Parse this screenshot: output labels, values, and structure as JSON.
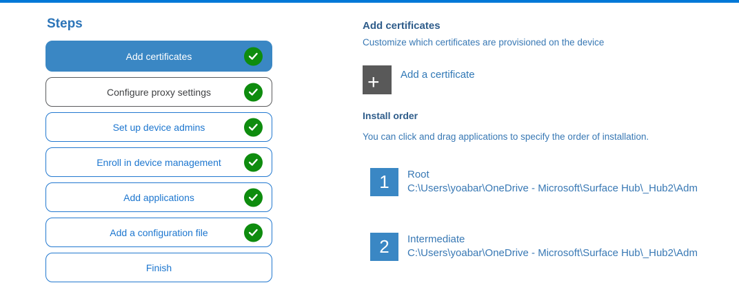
{
  "colors": {
    "accent_bar": "#0078d7",
    "active_step_bg": "#3a87c4",
    "check_green": "#0e8c0e",
    "step_text_blue": "#1c76cf",
    "heading_blue": "#2e5c8a",
    "body_blue": "#3878b4",
    "plus_square_gray": "#595959"
  },
  "steps_panel": {
    "title": "Steps",
    "items": [
      {
        "label": "Add certificates",
        "state": "active",
        "checked": true
      },
      {
        "label": "Configure proxy settings",
        "state": "neutral",
        "checked": true
      },
      {
        "label": "Set up device admins",
        "state": "default",
        "checked": true
      },
      {
        "label": "Enroll in device management",
        "state": "default",
        "checked": true
      },
      {
        "label": "Add applications",
        "state": "default",
        "checked": true
      },
      {
        "label": "Add a configuration file",
        "state": "default",
        "checked": true
      },
      {
        "label": "Finish",
        "state": "default",
        "checked": false
      }
    ]
  },
  "content": {
    "section_title": "Add certificates",
    "section_subtitle": "Customize which certificates are provisioned on the device",
    "add_certificate": {
      "plus_glyph": "+",
      "label": "Add a certificate"
    },
    "install_order": {
      "title": "Install order",
      "subtitle": "You can click and drag applications to specify the order of installation.",
      "items": [
        {
          "number": "1",
          "name": "Root",
          "path": "C:\\Users\\yoabar\\OneDrive - Microsoft\\Surface Hub\\_Hub2\\Adm"
        },
        {
          "number": "2",
          "name": "Intermediate",
          "path": "C:\\Users\\yoabar\\OneDrive - Microsoft\\Surface Hub\\_Hub2\\Adm"
        }
      ]
    }
  }
}
